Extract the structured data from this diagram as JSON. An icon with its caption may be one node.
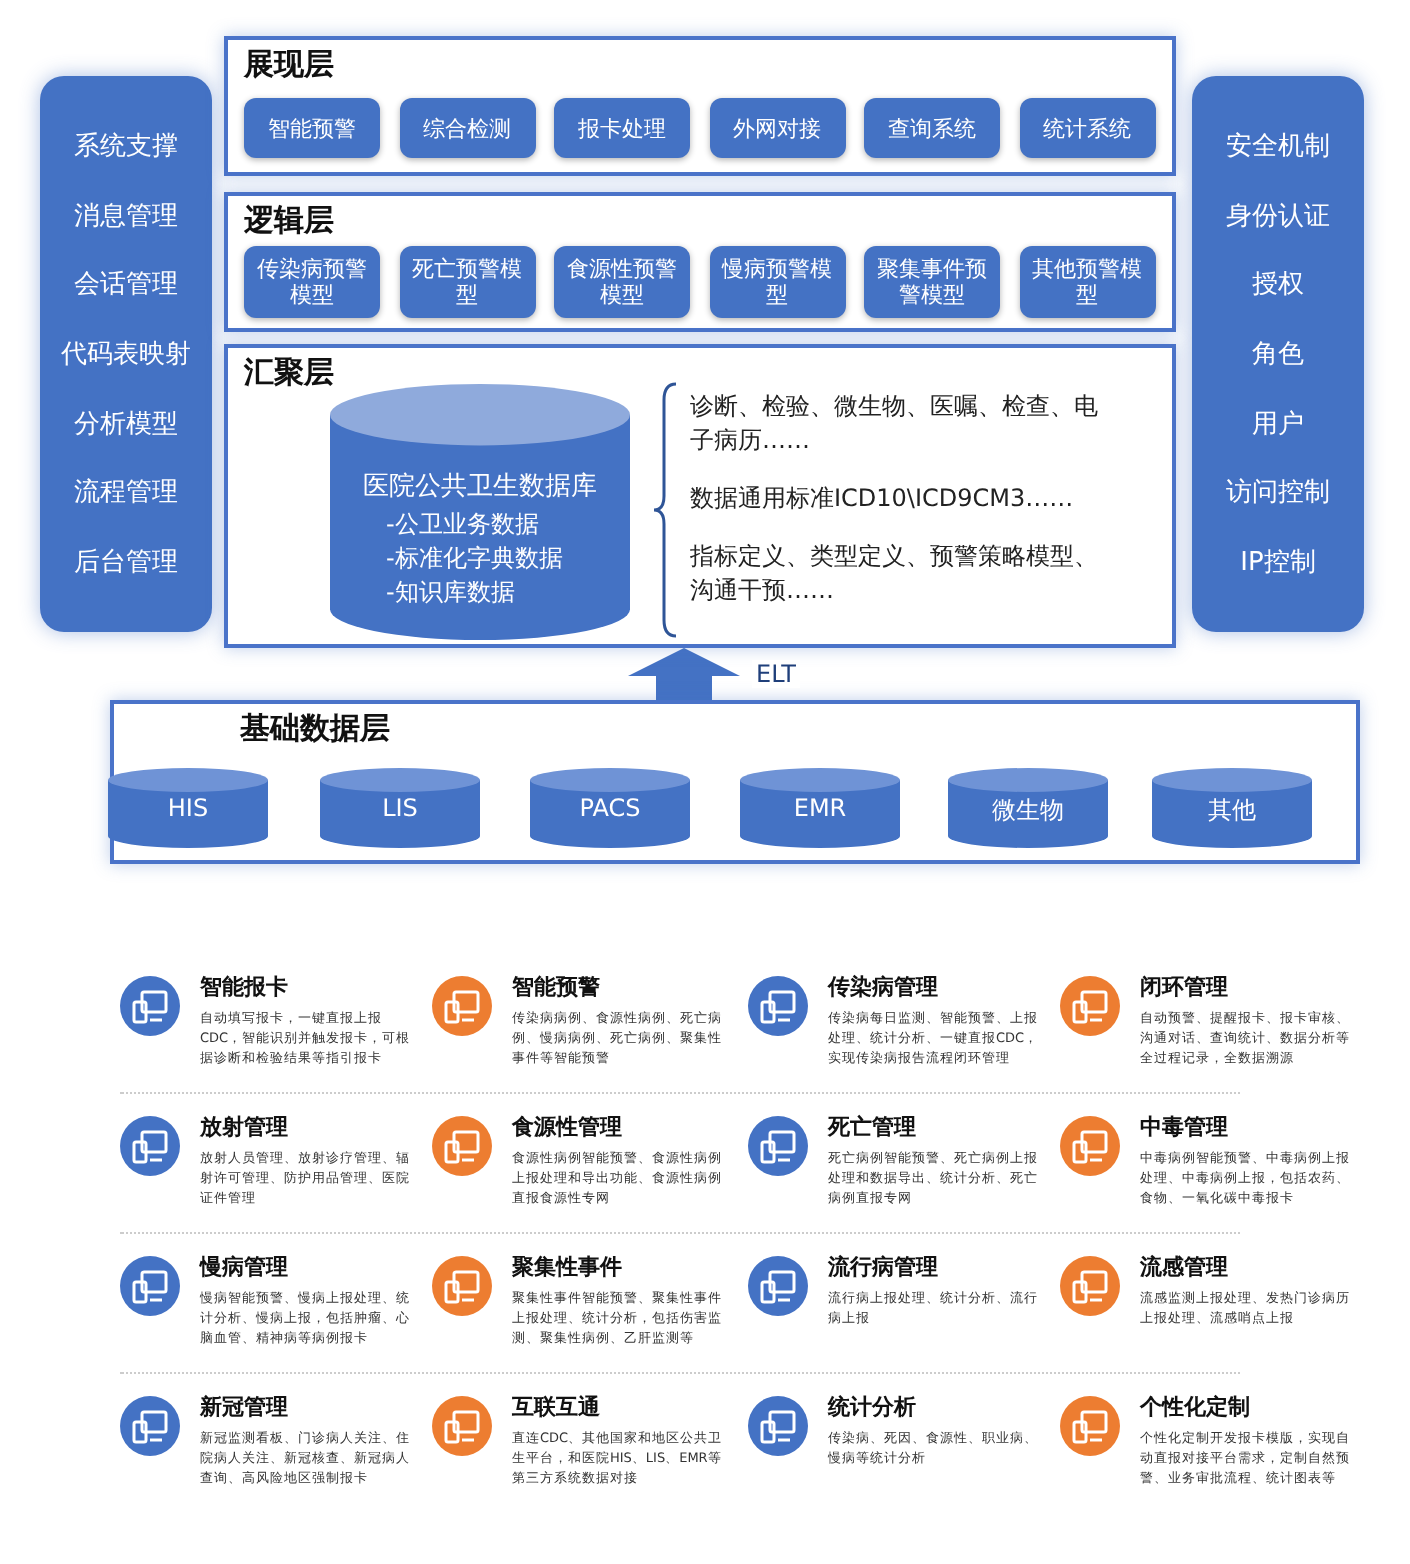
{
  "diagram": {
    "nodes": [
      {
        "text": [
          "系统支撑",
          "消息管理",
          "会话管理",
          "代码表映射",
          "分析模型",
          "流程管理",
          "后台管理"
        ]
      },
      {
        "text": [
          "展现层"
        ]
      },
      {
        "text": [
          "智能预警"
        ],
        "in": 1
      },
      {
        "text": [
          "综合检测"
        ],
        "in": 1
      },
      {
        "text": [
          "报卡处理"
        ],
        "in": 1
      },
      {
        "text": [
          "外网对接"
        ],
        "in": 1
      },
      {
        "text": [
          "查询系统"
        ],
        "in": 1
      },
      {
        "text": [
          "统计系统"
        ],
        "in": 1
      },
      {
        "text": [
          "逻辑层"
        ]
      },
      {
        "text": [
          "传染病预警模型"
        ],
        "in": 8
      },
      {
        "text": [
          "死亡预警模型"
        ],
        "in": 8
      },
      {
        "text": [
          "食源性预警模型"
        ],
        "in": 8
      },
      {
        "text": [
          "慢病预警模型"
        ],
        "in": 8
      },
      {
        "text": [
          "聚集事件预警模型"
        ],
        "in": 8
      },
      {
        "text": [
          "其他预警模型"
        ],
        "in": 8
      },
      {
        "text": [
          "汇聚层"
        ]
      },
      {
        "text": [
          "医院公共卫生数据库",
          "-公卫业务数据",
          "-标准化字典数据",
          "-知识库数据"
        ],
        "in": 15
      },
      {
        "text": [
          "基础数据层"
        ]
      },
      {
        "text": [
          "HIS"
        ],
        "in": 17
      },
      {
        "text": [
          "LIS"
        ],
        "in": 17
      },
      {
        "text": [
          "PACS"
        ],
        "in": 17
      },
      {
        "text": [
          "EMR"
        ],
        "in": 17
      },
      {
        "text": [
          "微生物"
        ],
        "in": 17
      },
      {
        "text": [
          "其他"
        ],
        "in": 17
      },
      {
        "text": [
          "安全机制",
          "身份认证",
          "授权",
          "角色",
          "用户",
          "访问控制",
          "IP控制"
        ]
      },
      {
        "text": [
          "智能报卡",
          "自动填写报卡，一键直报上报CDC，智能识别并触发报卡，可根据诊断和检验结果等指引报卡"
        ]
      },
      {
        "text": [
          "智能预警",
          "传染病病例、食源性病例、死亡病例、慢病病例、死亡病例、聚集性事件等智能预警"
        ]
      },
      {
        "text": [
          "传染病管理",
          "传染病每日监测、智能预警、上报处理、统计分析、一键直报CDC，实现传染病报告流程闭环管理"
        ]
      },
      {
        "text": [
          "闭环管理",
          "自动预警、提醒报卡、报卡审核、沟通对话、查询统计、数据分析等全过程记录，全数据溯源"
        ]
      },
      {
        "text": [
          "放射管理",
          "放射人员管理、放射诊疗管理、辐射许可管理、防护用品管理、医院证件管理"
        ]
      },
      {
        "text": [
          "食源性管理",
          "食源性病例智能预警、食源性病例上报处理和导出功能、食源性病例直报食源性专网"
        ]
      },
      {
        "text": [
          "死亡管理",
          "死亡病例智能预警、死亡病例上报处理和数据导出、统计分析、死亡病例直报专网"
        ]
      },
      {
        "text": [
          "中毒管理",
          "中毒病例智能预警、中毒病例上报处理、中毒病例上报，包括农药、食物、一氧化碳中毒报卡"
        ]
      },
      {
        "text": [
          "慢病管理",
          "慢病智能预警、慢病上报处理、统计分析、慢病上报，包括肿瘤、心脑血管、精神病等病例报卡"
        ]
      },
      {
        "text": [
          "聚集性事件",
          "聚集性事件智能预警、聚集性事件上报处理、统计分析，包括伤害监测、聚集性病例、乙肝监测等"
        ]
      },
      {
        "text": [
          "流行病管理",
          "流行病上报处理、统计分析、流行病上报"
        ]
      },
      {
        "text": [
          "流感管理",
          "流感监测上报处理、发热门诊病历上报处理、流感哨点上报"
        ]
      },
      {
        "text": [
          "新冠管理",
          "新冠监测看板、门诊病人关注、住院病人关注、新冠核查、新冠病人查询、高风险地区强制报卡"
        ]
      },
      {
        "text": [
          "互联互通",
          "直连CDC、其他国家和地区公共卫生平台，和医院HIS、LIS、EMR等第三方系统数据对接"
        ]
      },
      {
        "text": [
          "统计分析",
          "传染病、死因、食源性、职业病、慢病等统计分析"
        ]
      },
      {
        "text": [
          "个性化定制",
          "个性化定制开发报卡模版，实现自动直报对接平台需求，定制自然预警、业务审批流程、统计图表等"
        ]
      }
    ],
    "edges": [
      {
        "from": 17,
        "to": 15,
        "arrow": "to",
        "label": "ELT"
      }
    ],
    "labels": [
      "诊断、检验、微生物、医嘱、检查、电子病历……",
      "数据通用标准ICD10\\ICD9CM3……",
      "指标定义、类型定义、预警策略模型、沟通干预……"
    ]
  }
}
